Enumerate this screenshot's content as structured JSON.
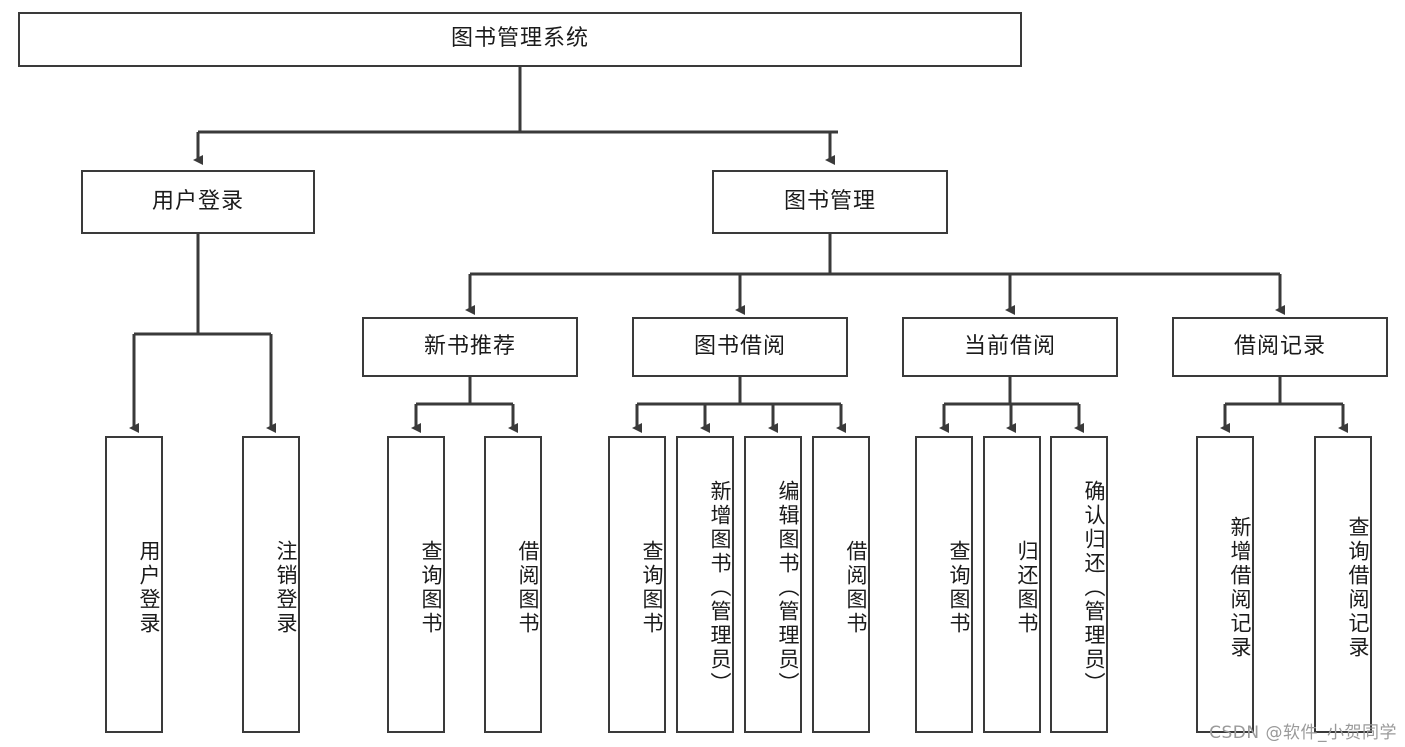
{
  "diagram": {
    "title": "图书管理系统",
    "type": "tree-hierarchy-chart",
    "watermark": "CSDN @软件_小贺同学",
    "colors": {
      "box_border": "#3a3a3a",
      "box_fill": "#ffffff",
      "edge": "#3a3a3a",
      "text": "#1b1b1b",
      "watermark": "#9a9a9a",
      "background": "#ffffff"
    },
    "nodes": {
      "root": {
        "label": "图书管理系统"
      },
      "level2": [
        {
          "id": "user_login",
          "label": "用户登录"
        },
        {
          "id": "book_manage",
          "label": "图书管理"
        }
      ],
      "level3": [
        {
          "id": "new_book_rec",
          "label": "新书推荐"
        },
        {
          "id": "book_borrow",
          "label": "图书借阅"
        },
        {
          "id": "current_borrow",
          "label": "当前借阅"
        },
        {
          "id": "borrow_record",
          "label": "借阅记录"
        }
      ],
      "leaves": {
        "user_login": [
          {
            "id": "leaf_user_login",
            "label": "用户登录"
          },
          {
            "id": "leaf_logout",
            "label": "注销登录"
          }
        ],
        "new_book_rec": [
          {
            "id": "leaf_query_book_1",
            "label": "查询图书"
          },
          {
            "id": "leaf_borrow_book_1",
            "label": "借阅图书"
          }
        ],
        "book_borrow": [
          {
            "id": "leaf_query_book_2",
            "label": "查询图书"
          },
          {
            "id": "leaf_add_book",
            "label": "新增图书（管理员）"
          },
          {
            "id": "leaf_edit_book",
            "label": "编辑图书（管理员）"
          },
          {
            "id": "leaf_borrow_book_2",
            "label": "借阅图书"
          }
        ],
        "current_borrow": [
          {
            "id": "leaf_query_book_3",
            "label": "查询图书"
          },
          {
            "id": "leaf_return_book",
            "label": "归还图书"
          },
          {
            "id": "leaf_confirm_return",
            "label": "确认归还（管理员）"
          }
        ],
        "borrow_record": [
          {
            "id": "leaf_add_record",
            "label": "新增借阅记录"
          },
          {
            "id": "leaf_query_record",
            "label": "查询借阅记录"
          }
        ]
      }
    }
  }
}
